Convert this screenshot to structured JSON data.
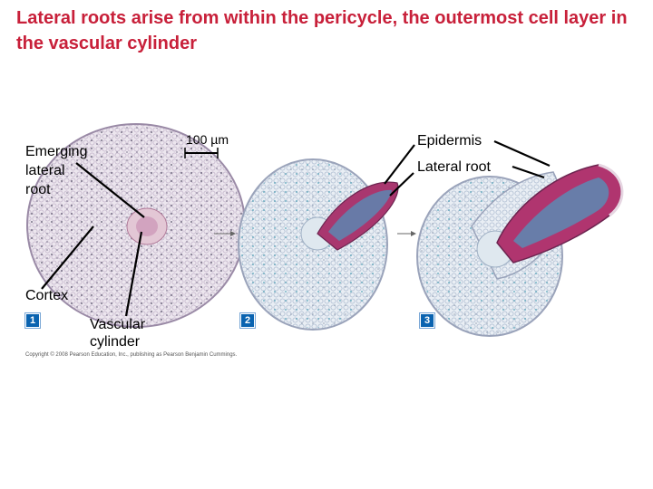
{
  "title": "Lateral roots arise from within the pericycle, the outermost cell layer in the vascular cylinder",
  "labels": {
    "emerging": [
      "Emerging",
      "lateral",
      "root"
    ],
    "scale": "100 µm",
    "epidermis": "Epidermis",
    "lateral_root": "Lateral root",
    "cortex": "Cortex",
    "vascular": [
      "Vascular",
      "cylinder"
    ]
  },
  "steps": [
    "1",
    "2",
    "3"
  ],
  "copyright": "Copyright © 2008 Pearson Education, Inc., publishing as Pearson Benjamin Cummings."
}
